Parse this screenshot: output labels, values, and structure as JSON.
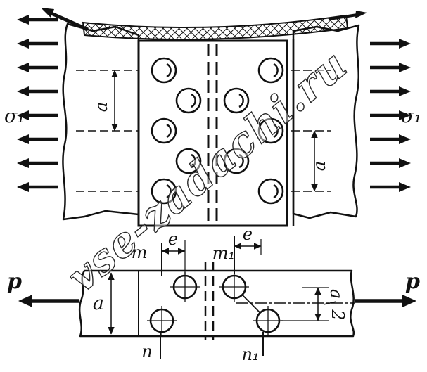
{
  "watermark": {
    "text": "vse-zadachi.ru"
  },
  "upper": {
    "sigma_left": "σ₁",
    "sigma_right": "σ₁",
    "dim_a_left": "a",
    "dim_a_right": "a"
  },
  "lower": {
    "force_left": "p",
    "force_right": "p",
    "label_m": "m",
    "label_n": "n",
    "label_m1": "m₁",
    "label_n1": "n₁",
    "dim_e_left": "e",
    "dim_e_right": "e",
    "dim_a": "a",
    "frac_num": "a",
    "frac_den": "2"
  }
}
